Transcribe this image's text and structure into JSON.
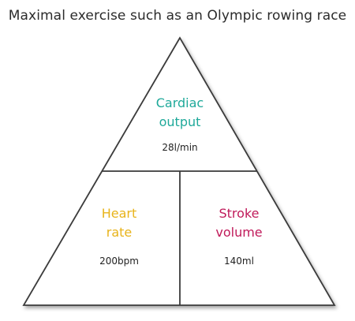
{
  "title": "Maximal exercise such as an Olympic rowing race",
  "sections": {
    "cardiac_output": {
      "label_line1": "Cardiac",
      "label_line2": "output",
      "value": "28l/min",
      "color": "#1fa99a"
    },
    "heart_rate": {
      "label_line1": "Heart",
      "label_line2": "rate",
      "value": "200bpm",
      "color": "#e8b31a"
    },
    "stroke_volume": {
      "label_line1": "Stroke",
      "label_line2": "volume",
      "value": "140ml",
      "color": "#c01a5a"
    }
  },
  "colors": {
    "outline": "#3a3a3a",
    "title_text": "#2b2b2b",
    "value_text": "#222222"
  }
}
